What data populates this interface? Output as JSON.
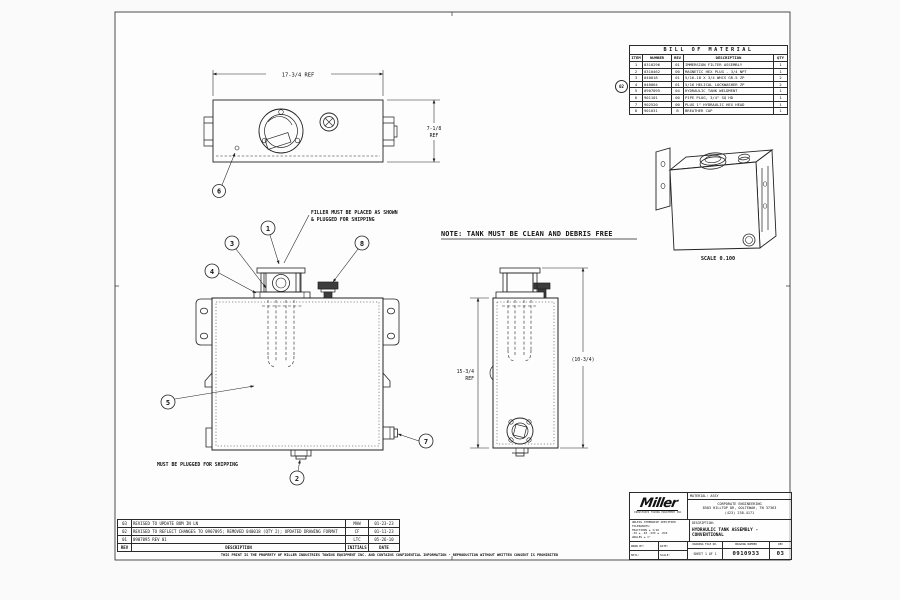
{
  "bom": {
    "title": "BILL OF MATERIAL",
    "headers": [
      "ITEM",
      "NUMBER",
      "REV",
      "DESCRIPTION",
      "QTY"
    ],
    "rows": [
      [
        "1",
        "0310296",
        "01",
        "IMMERSION FILTER ASSEMBLY",
        "1"
      ],
      [
        "2",
        "0310462",
        "00",
        "MAGNETIC HEX PLUG - 3/4 NPT",
        "1"
      ],
      [
        "3",
        "040018",
        "01",
        "5/16-18 X 3/4 WHCS GR.5 ZP",
        "2"
      ],
      [
        "4",
        "040064",
        "01",
        "5/16 HELICAL LOCKWASHER ZP",
        "2"
      ],
      [
        "5",
        "0907095",
        "04",
        "HYDRAULIC TANK WELDMENT",
        "1"
      ],
      [
        "6",
        "901101",
        "00",
        "PIPE PLUG, 3/4\" SQ HD",
        "1"
      ],
      [
        "7",
        "902520",
        "00",
        "PLUG 1\" HYDRAULIC HEX HEAD",
        "1"
      ],
      [
        "8",
        "901031",
        "B",
        "BREATHER CAP",
        "1"
      ]
    ],
    "rev_flag": "02"
  },
  "revisions": {
    "headers": [
      "REV",
      "DESCRIPTION",
      "INITIALS",
      "DATE"
    ],
    "rows": [
      [
        "03",
        "REVISED TO UPDATE BOM IN LN",
        "MAW",
        "01-23-23"
      ],
      [
        "02",
        "REVISED TO REFLECT CHANGES TO 0907095; REMOVED 040018 (QTY 2); UPDATED DRAWING FORMAT",
        "CF",
        "01-11-23"
      ],
      [
        "01",
        "0907095 REV 01",
        "LTC",
        "05-26-10"
      ]
    ],
    "notice": "THIS PRINT IS THE PROPERTY OF MILLER INDUSTRIES TOWING EQUIPMENT INC. AND CONTAINS CONFIDENTIAL INFORMATION - REPRODUCTION WITHOUT WRITTEN CONSENT IS PROHIBITED"
  },
  "title_block": {
    "logo": "Miller",
    "logo_sub": "INDUSTRIES TOWING EQUIPMENT INC.",
    "material": "MATERIAL: ASSY",
    "company_line1": "CORPORATE ENGINEERING",
    "company_line2": "8503 HILLTOP DR, OOLTEWAH, TN 37363",
    "company_line3": "(423) 238-4171",
    "tolerances": [
      "UNLESS OTHERWISE SPECIFIED",
      "TOLERANCES:",
      "FRACTIONS ± 1/16",
      ".XX ± .03   .XXX ± .010",
      "ANGLES ± 1°"
    ],
    "description_label": "DESCRIPTION:",
    "description": "HYDRAULIC TANK ASSEMBLY - CONVENTIONAL",
    "drwn_label": "DRWN BY:",
    "date_label": "DATE:",
    "matl_label": "MATL:",
    "scale_label": "SCALE:",
    "file_label": "DRAWING FILE NO.",
    "sheet_value": "SHEET 1 OF 1",
    "number_label": "DRAWING NUMBER",
    "number": "0910933",
    "rev_label": "REV",
    "rev": "03"
  },
  "dims": {
    "top_width": "17-3/4 REF",
    "top_height_1": "7-1/8",
    "top_height_2": "REF",
    "side_height_1": "15-3/4",
    "side_height_2": "REF",
    "side_depth": "(10-3/4)"
  },
  "notes": {
    "clean": "NOTE: TANK MUST BE CLEAN AND DEBRIS FREE",
    "filler_1": "FILLER MUST BE PLACED AS SHOWN",
    "filler_2": "& PLUGGED FOR SHIPPING",
    "shipping": "MUST BE PLUGGED FOR SHIPPING",
    "iso_scale": "SCALE  0.100"
  },
  "balloons": [
    "1",
    "2",
    "3",
    "4",
    "5",
    "6",
    "7",
    "8"
  ]
}
